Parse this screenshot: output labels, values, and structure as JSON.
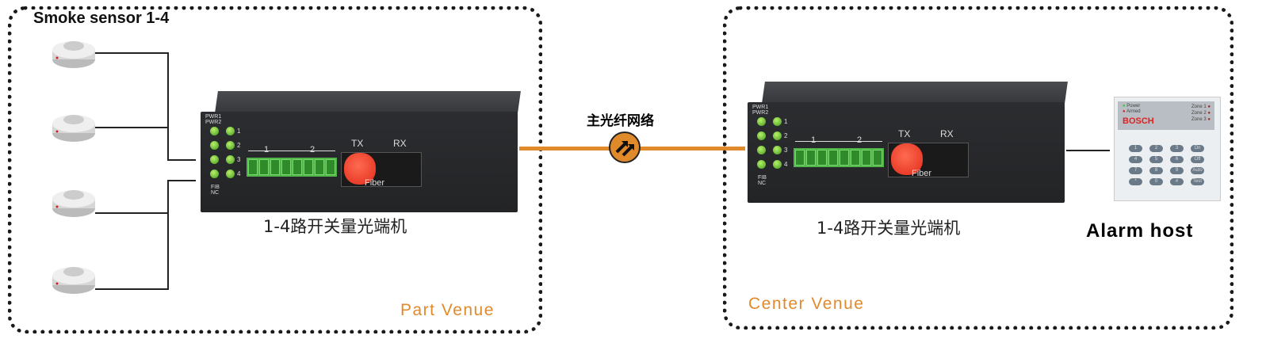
{
  "left_venue": {
    "title": "Smoke sensor 1-4",
    "label": "Part Venue",
    "device_label": "1-4路开关量光端机"
  },
  "right_venue": {
    "label": "Center Venue",
    "device_label": "1-4路开关量光端机",
    "host_label": "Alarm host"
  },
  "network": {
    "label": "主光纤网络",
    "color": "#e08a2c"
  },
  "device": {
    "pwr1": "PWR1",
    "pwr2": "PWR2",
    "fib": "FIB",
    "nc": "NC",
    "leds": [
      "1",
      "2",
      "3",
      "4"
    ],
    "group1": "1",
    "group2": "2",
    "tx": "TX",
    "rx": "RX",
    "fiber": "Fiber"
  },
  "alarm_panel": {
    "brand": "BOSCH",
    "power": "Power",
    "armed": "Armed",
    "zones": [
      "Zone 1",
      "Zone 2",
      "Zone 3"
    ],
    "keys": [
      "1",
      "2",
      "3",
      "On",
      "4",
      "5",
      "6",
      "Off",
      "7",
      "8",
      "9",
      "Auto",
      "*",
      "0",
      "#",
      "Test"
    ]
  }
}
